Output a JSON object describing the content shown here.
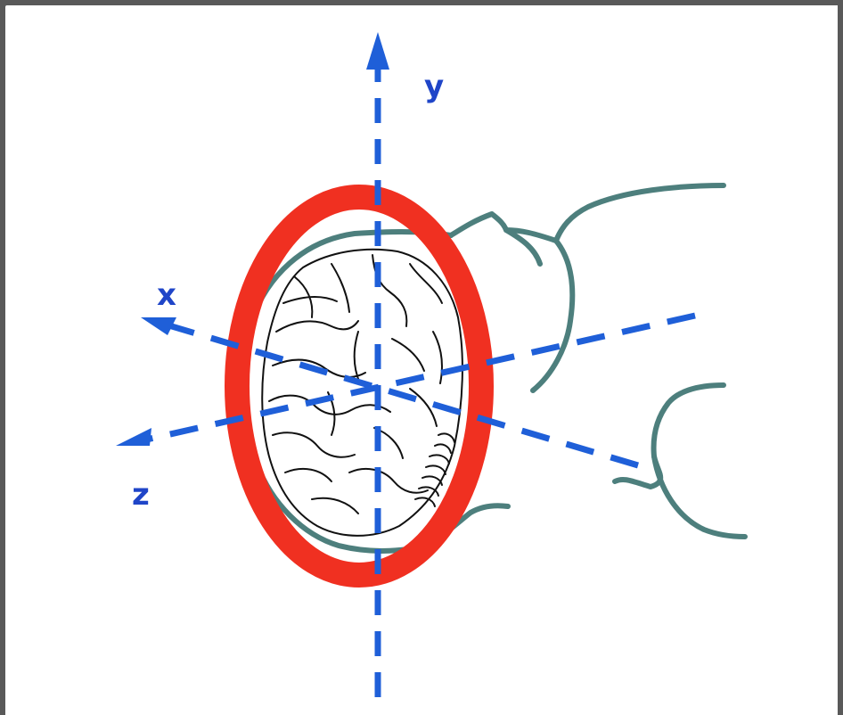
{
  "diagram": {
    "axes": {
      "x": {
        "label": "x"
      },
      "y": {
        "label": "y"
      },
      "z": {
        "label": "z"
      }
    },
    "colors": {
      "axis": "#1f5fd8",
      "axis_label": "#1f45c8",
      "ring": "#f03021",
      "head_outline": "#4d7f7d",
      "brain_lines": "#111111",
      "background": "#ffffff"
    },
    "icons": [
      "brain-icon",
      "head-profile-icon",
      "coil-ring-icon"
    ]
  }
}
